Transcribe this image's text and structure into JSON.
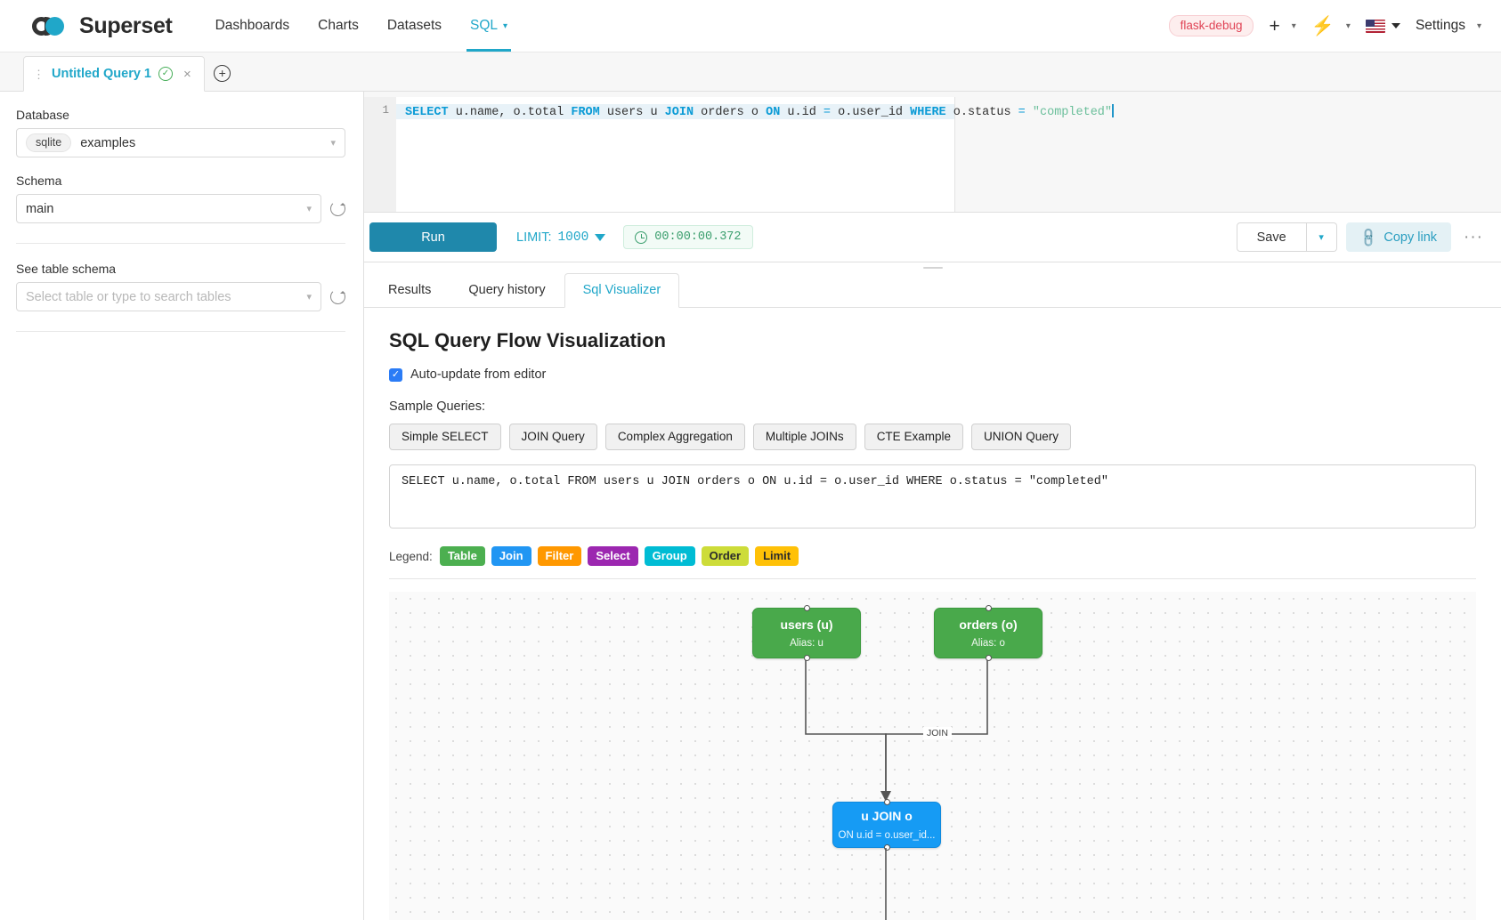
{
  "navbar": {
    "brand": "Superset",
    "links": [
      {
        "label": "Dashboards",
        "active": false,
        "caret": false
      },
      {
        "label": "Charts",
        "active": false,
        "caret": false
      },
      {
        "label": "Datasets",
        "active": false,
        "caret": false
      },
      {
        "label": "SQL",
        "active": true,
        "caret": true
      }
    ],
    "debug_badge": "flask-debug",
    "plus_icon": "+",
    "bolt_icon": "⚡",
    "caret_icon": "⌄",
    "settings_label": "Settings",
    "accent": "#20a7c9"
  },
  "tabstrip": {
    "query_tab": {
      "label": "Untitled Query 1",
      "status_icon": "check-circle-icon",
      "close_icon": "×",
      "drag_icon": "⋮"
    },
    "add_tab_icon": "+"
  },
  "left_panel": {
    "database_label": "Database",
    "database_engine_chip": "sqlite",
    "database_value": "examples",
    "schema_label": "Schema",
    "schema_value": "main",
    "table_schema_label": "See table schema",
    "table_schema_placeholder": "Select table or type to search tables"
  },
  "editor": {
    "line_number": "1",
    "tokens": [
      {
        "t": "SELECT",
        "c": "kw"
      },
      {
        "t": " u.name, o.total ",
        "c": ""
      },
      {
        "t": "FROM",
        "c": "kw"
      },
      {
        "t": " users u ",
        "c": ""
      },
      {
        "t": "JOIN",
        "c": "kw"
      },
      {
        "t": " orders o ",
        "c": ""
      },
      {
        "t": "ON",
        "c": "kw"
      },
      {
        "t": " u.id ",
        "c": ""
      },
      {
        "t": "=",
        "c": "op"
      },
      {
        "t": " o.user_id ",
        "c": ""
      },
      {
        "t": "WHERE",
        "c": "kw"
      },
      {
        "t": " o.status ",
        "c": ""
      },
      {
        "t": "=",
        "c": "op"
      },
      {
        "t": " ",
        "c": ""
      },
      {
        "t": "\"completed\"",
        "c": "str"
      }
    ]
  },
  "toolbar": {
    "run_label": "Run",
    "limit_label": "LIMIT:",
    "limit_value": "1000",
    "timer_value": "00:00:00.372",
    "timer_icon": "clock-icon",
    "save_label": "Save",
    "save_caret": "⌄",
    "copy_link_label": "Copy link",
    "copy_link_icon": "link-icon",
    "more_icon": "···"
  },
  "result_tabs": [
    {
      "label": "Results",
      "active": false
    },
    {
      "label": "Query history",
      "active": false
    },
    {
      "label": "Sql Visualizer",
      "active": true
    }
  ],
  "visualizer": {
    "title": "SQL Query Flow Visualization",
    "auto_update_label": "Auto-update from editor",
    "auto_update_checked": true,
    "check_glyph": "✓",
    "samples_label": "Sample Queries:",
    "sample_buttons": [
      "Simple SELECT",
      "JOIN Query",
      "Complex Aggregation",
      "Multiple JOINs",
      "CTE Example",
      "UNION Query"
    ],
    "sql_text": "SELECT u.name, o.total FROM users u JOIN orders o ON u.id = o.user_id WHERE o.status = \"completed\"",
    "legend_label": "Legend:",
    "legend": [
      {
        "label": "Table",
        "color": "#4caf50"
      },
      {
        "label": "Join",
        "color": "#2196f3"
      },
      {
        "label": "Filter",
        "color": "#ff9800"
      },
      {
        "label": "Select",
        "color": "#9c27b0"
      },
      {
        "label": "Group",
        "color": "#00bcd4"
      },
      {
        "label": "Order",
        "color": "#cddc39",
        "text": "#2b2b2b"
      },
      {
        "label": "Limit",
        "color": "#ffc107",
        "text": "#2b2b2b"
      }
    ],
    "graph": {
      "nodes": [
        {
          "id": "users",
          "type": "table",
          "title": "users (u)",
          "sub": "Alias: u"
        },
        {
          "id": "orders",
          "type": "table",
          "title": "orders (o)",
          "sub": "Alias: o"
        },
        {
          "id": "join",
          "type": "join",
          "title": "u JOIN o",
          "sub": "ON u.id = o.user_id..."
        }
      ],
      "edges": [
        {
          "from": "users",
          "to": "join",
          "label": ""
        },
        {
          "from": "orders",
          "to": "join",
          "label": "JOIN"
        }
      ]
    }
  }
}
